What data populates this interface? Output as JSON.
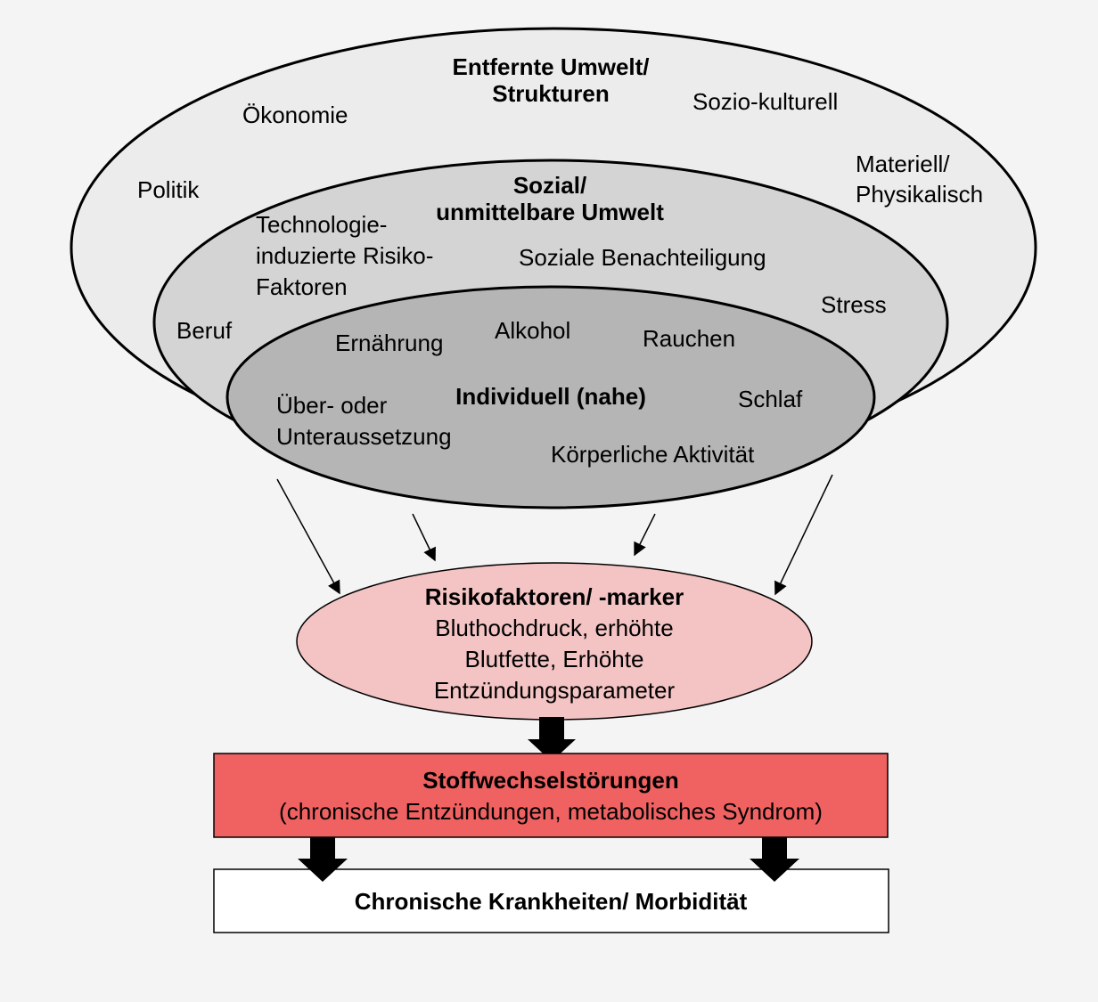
{
  "outer": {
    "title": [
      "Entfernte Umwelt/",
      "Strukturen"
    ],
    "items": [
      "Ökonomie",
      "Sozio-kulturell",
      "Politik",
      "Materiell/",
      "Physikalisch"
    ]
  },
  "middle": {
    "title": [
      "Sozial/",
      "unmittelbare Umwelt"
    ],
    "items": [
      "Technologie-",
      "induzierte Risiko-",
      "Faktoren",
      "Soziale Benachteiligung",
      "Stress",
      "Beruf"
    ]
  },
  "inner": {
    "title": "Individuell (nahe)",
    "items": [
      "Ernährung",
      "Alkohol",
      "Rauchen",
      "Über- oder",
      "Unteraussetzung",
      "Schlaf",
      "Körperliche Aktivität"
    ]
  },
  "risk": {
    "title": "Risikofaktoren/ -marker",
    "lines": [
      "Bluthochdruck, erhöhte",
      "Blutfette, Erhöhte",
      "Entzündungsparameter"
    ]
  },
  "metabolic": {
    "title": "Stoffwechselstörungen",
    "subtitle": "(chronische Entzündungen, metabolisches Syndrom)"
  },
  "chronic": {
    "title": "Chronische Krankheiten/ Morbidität"
  },
  "colors": {
    "background": "#f4f4f4",
    "outer": "#ececec",
    "middle": "#d4d4d4",
    "inner": "#b5b5b5",
    "risk": "#f4c3c3",
    "metabolic": "#f06262",
    "chronic": "#ffffff"
  }
}
